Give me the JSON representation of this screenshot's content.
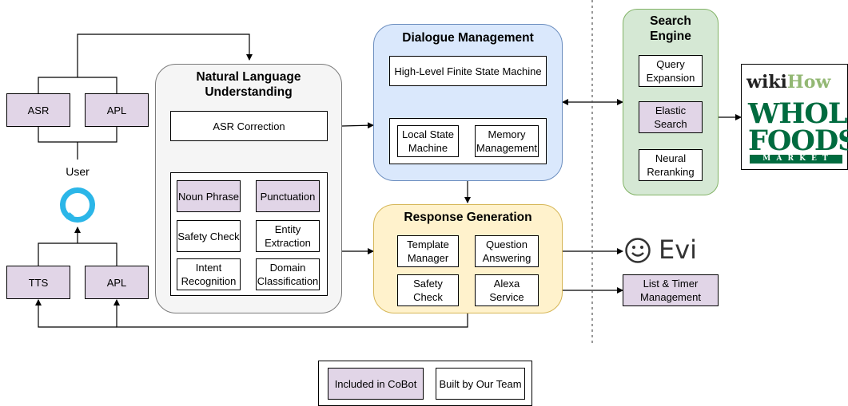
{
  "colors": {
    "purple": "#e1d5e7",
    "blue": "#dae8fc",
    "yellow": "#fff2cc",
    "green": "#d5e8d4",
    "gray": "#f5f5f5"
  },
  "user": {
    "label": "User",
    "asr": "ASR",
    "apl_top": "APL",
    "tts": "TTS",
    "apl_bottom": "APL"
  },
  "nlu": {
    "title": "Natural Language\nUnderstanding",
    "asr_correction": "ASR Correction",
    "noun_phrase": "Noun Phrase",
    "punctuation": "Punctuation",
    "safety_check": "Safety Check",
    "entity_extraction": "Entity\nExtraction",
    "intent_recognition": "Intent\nRecognition",
    "domain_classification": "Domain\nClassification"
  },
  "dm": {
    "title": "Dialogue Management",
    "hlfsm": "High-Level Finite State Machine",
    "local_sm": "Local State\nMachine",
    "memory": "Memory\nManagement"
  },
  "rg": {
    "title": "Response Generation",
    "template": "Template\nManager",
    "qa": "Question\nAnswering",
    "safety": "Safety Check",
    "alexa": "Alexa\nService"
  },
  "search": {
    "title": "Search\nEngine",
    "query": "Query\nExpansion",
    "elastic": "Elastic\nSearch",
    "neural": "Neural\nReranking"
  },
  "external": {
    "wikihow_wiki": "wiki",
    "wikihow_how": "How",
    "wholefoods_line1": "WHOLE",
    "wholefoods_line2": "FOODS",
    "wholefoods_line3": "M A R K E T",
    "evi": "Evi",
    "list_timer": "List & Timer\nManagement"
  },
  "legend": {
    "included": "Included in CoBot",
    "built": "Built by Our Team"
  },
  "icons": {
    "alexa": "alexa-ring-icon",
    "evi": "evi-smiley-icon"
  }
}
